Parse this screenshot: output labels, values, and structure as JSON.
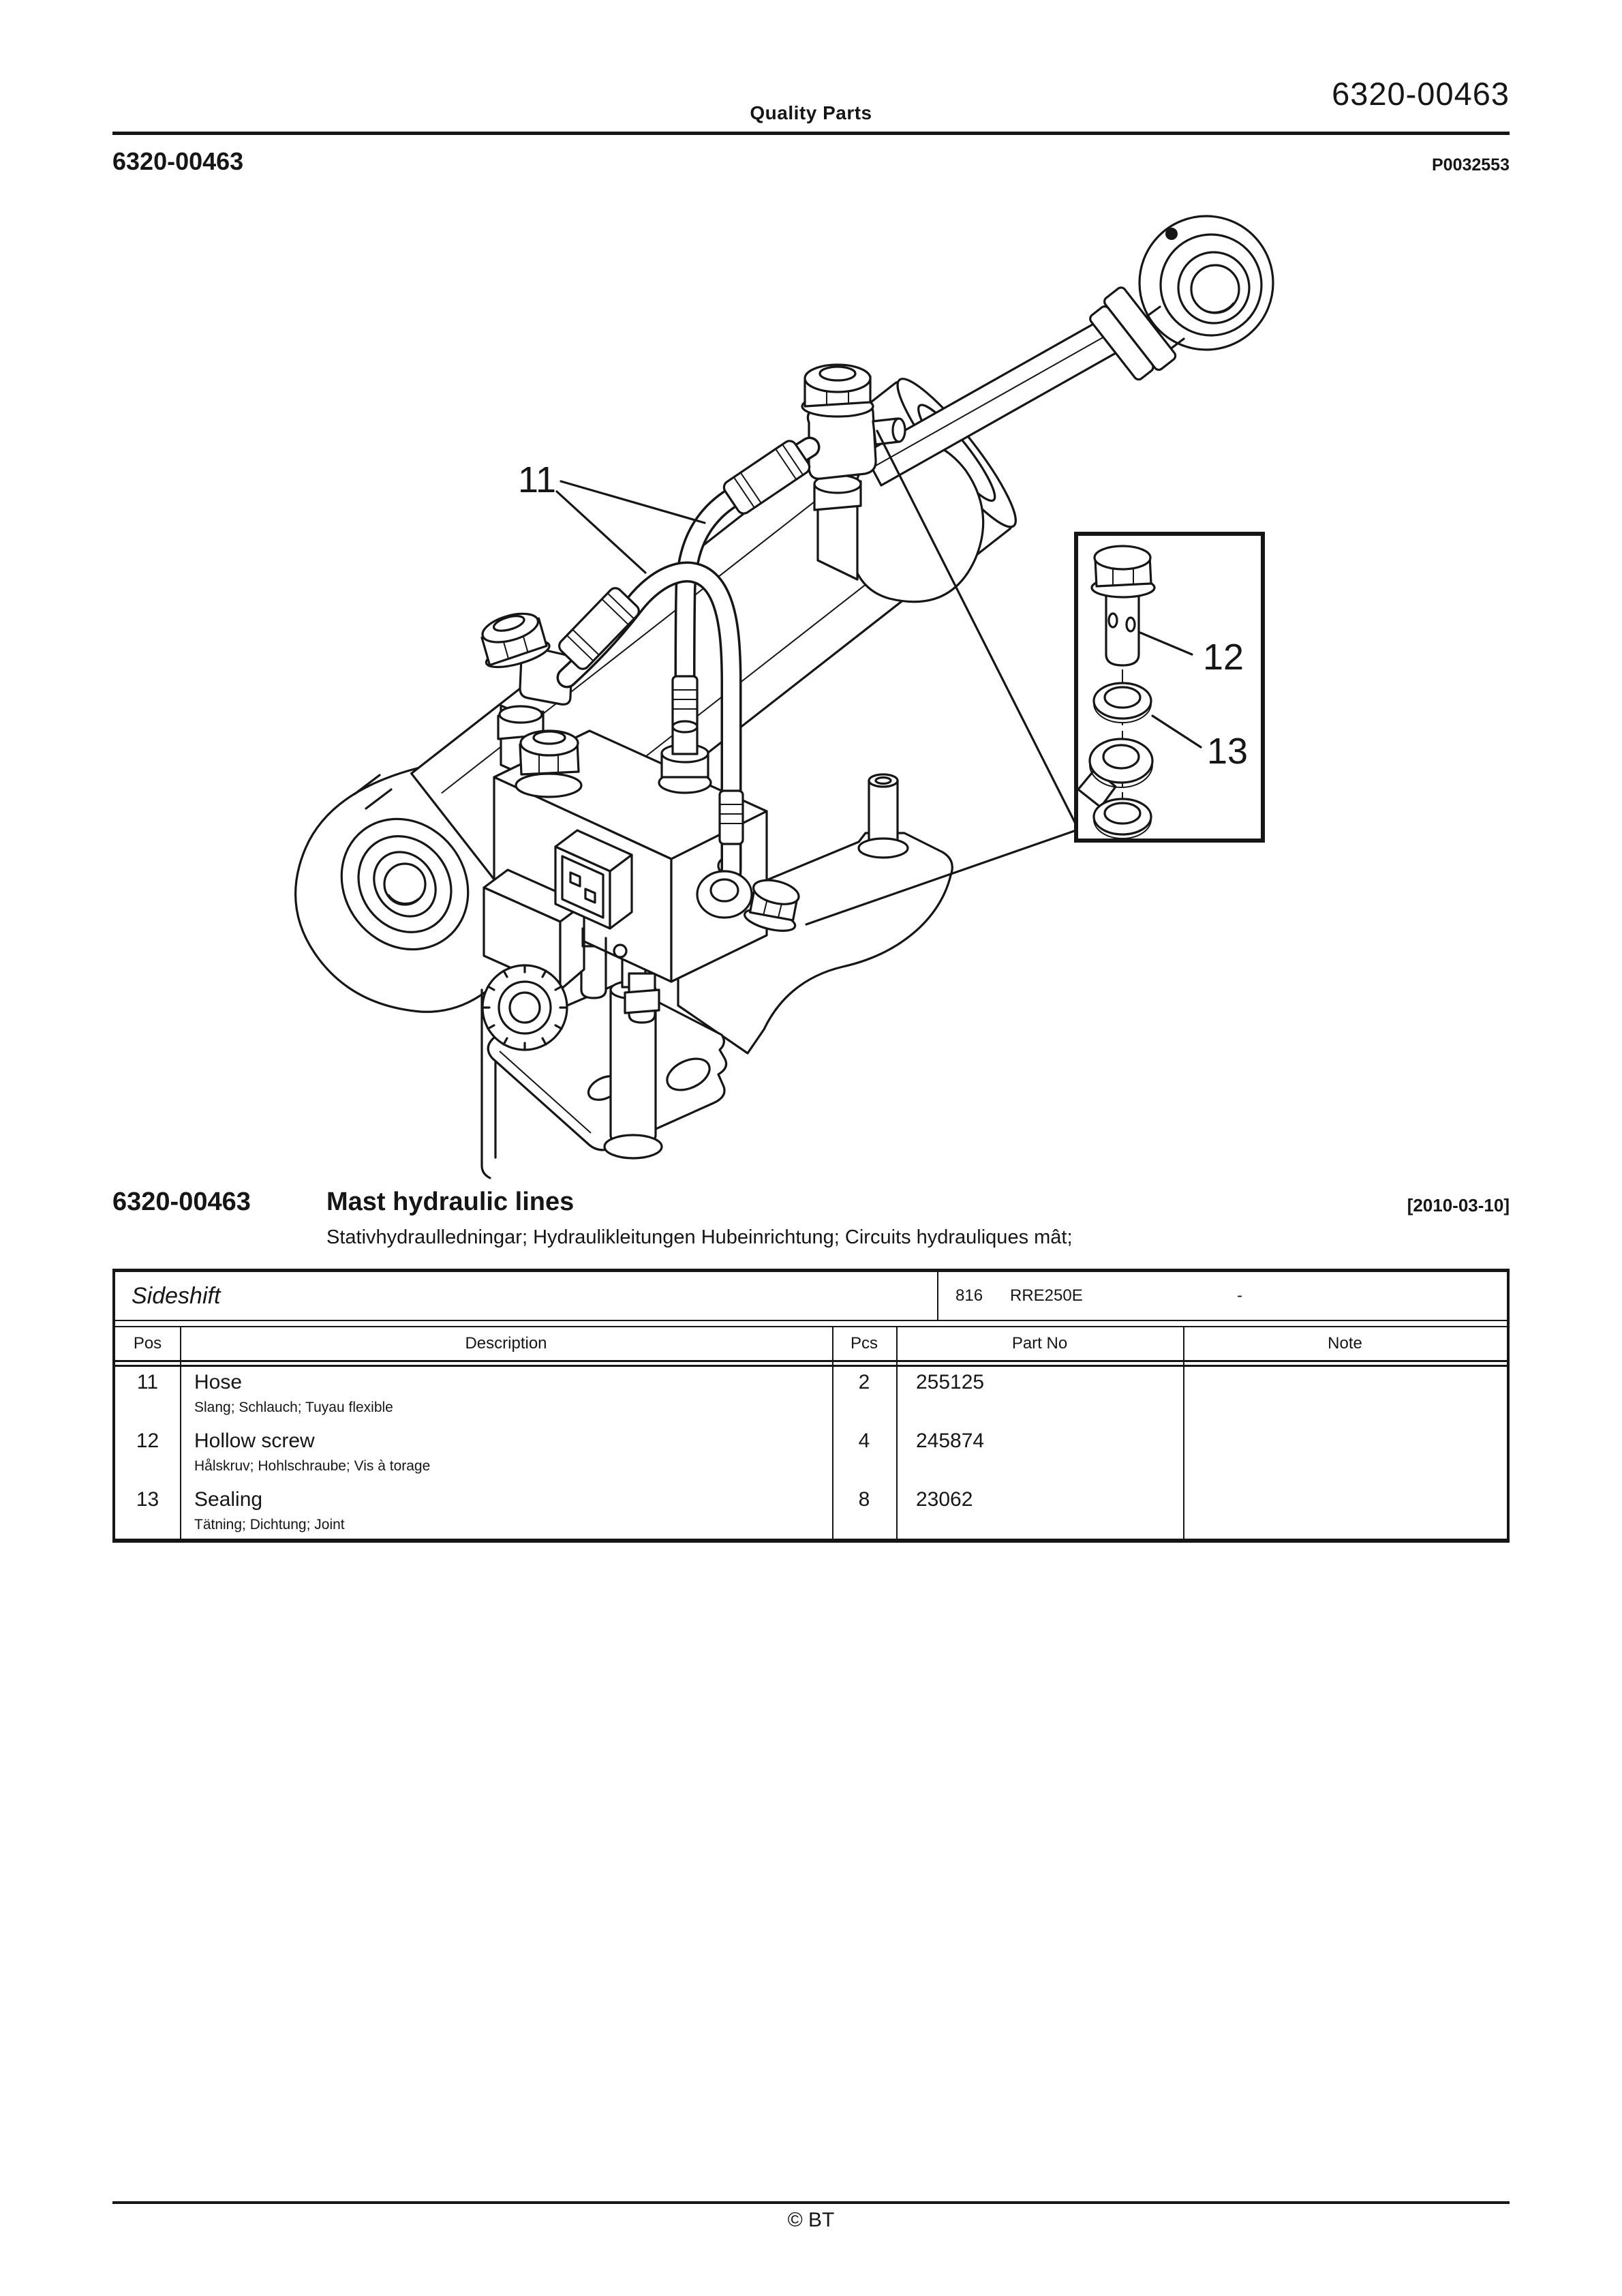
{
  "page_header": {
    "center_title": "Quality Parts",
    "doc_number_right": "6320-00463",
    "doc_number_left": "6320-00463",
    "image_ref": "P0032553"
  },
  "section": {
    "number": "6320-00463",
    "title": "Mast hydraulic lines",
    "date": "[2010-03-10]",
    "subtitle": "Stativhydraulledningar; Hydraulikleitungen Hubeinrichtung; Circuits hydrauliques mât;"
  },
  "diagram": {
    "labels": {
      "pos11": "11",
      "pos12": "12",
      "pos13": "13"
    }
  },
  "table": {
    "model": {
      "name": "Sideshift",
      "code": "816",
      "type": "RRE250E",
      "serial": "-"
    },
    "headers": {
      "pos": "Pos",
      "description": "Description",
      "pcs": "Pcs",
      "part_no": "Part No",
      "note": "Note"
    },
    "rows": [
      {
        "pos": "11",
        "description": "Hose",
        "description_alt": "Slang; Schlauch; Tuyau flexible",
        "pcs": "2",
        "part_no": "255125",
        "note": ""
      },
      {
        "pos": "12",
        "description": "Hollow screw",
        "description_alt": "Hålskruv; Hohlschraube; Vis à torage",
        "pcs": "4",
        "part_no": "245874",
        "note": ""
      },
      {
        "pos": "13",
        "description": "Sealing",
        "description_alt": "Tätning; Dichtung; Joint",
        "pcs": "8",
        "part_no": "23062",
        "note": ""
      }
    ]
  },
  "footer": {
    "copyright": "© BT"
  },
  "colors": {
    "ink": "#161616",
    "paper": "#ffffff"
  }
}
